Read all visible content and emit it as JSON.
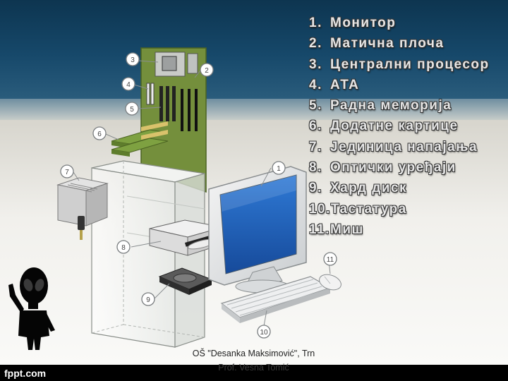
{
  "slide": {
    "component_list": [
      {
        "number": "1.",
        "label": "Монитор"
      },
      {
        "number": "2.",
        "label": "Матична плоча"
      },
      {
        "number": "3.",
        "label": "Централни процесор"
      },
      {
        "number": "4.",
        "label": "АТА"
      },
      {
        "number": "5.",
        "label": "Радна меморија"
      },
      {
        "number": "6.",
        "label": "Додатне картице"
      },
      {
        "number": "7.",
        "label": "Јединица напајања"
      },
      {
        "number": "8.",
        "label": "Оптички уређаји"
      },
      {
        "number": "9.",
        "label": "Хард диск"
      },
      {
        "number": "10.",
        "label": "Тастатура"
      },
      {
        "number": "11.",
        "label": "Миш"
      }
    ],
    "callouts": [
      "1",
      "2",
      "3",
      "4",
      "5",
      "6",
      "7",
      "8",
      "9",
      "10",
      "11"
    ],
    "caption_line1": "OŠ \"Desanka Maksimović\", Trn",
    "caption_line2": "Prof. Vesna Tomić",
    "footer_logo": "fppt.com"
  },
  "colors": {
    "header_blue": "#16486a",
    "monitor_screen": "#1f5fb8",
    "motherboard": "#6f8e3a",
    "footer": "#000000"
  }
}
